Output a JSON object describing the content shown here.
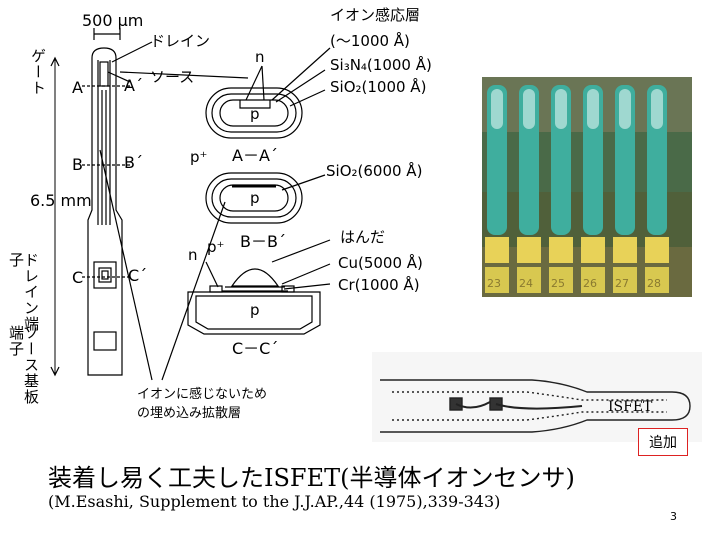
{
  "labels": {
    "scale": "500 μm",
    "drain": "ドレイン",
    "ion_layer": "イオン感応層",
    "ion_layer_thickness": "(～1000 Å)",
    "n1": "n",
    "si3n4": "Si₃N₄(1000 Å)",
    "sio2_1000": "SiO₂(1000 Å)",
    "gate": "ゲート",
    "a": "A",
    "a_prime": "A´",
    "source": "ソース",
    "p1": "p",
    "p_plus": "p⁺",
    "section_aa": "A－A´",
    "sio2_6000": "SiO₂(6000 Å)",
    "b": "B",
    "b_prime": "B´",
    "length": "6.5 mm",
    "p2": "p",
    "section_bb": "B－B´",
    "p_plus2": "p⁺",
    "n2": "n",
    "solder": "はんだ",
    "cu": "Cu(5000 Å)",
    "cr": "Cr(1000 Å)",
    "drain_terminal": "ドレイン端子",
    "c": "C",
    "c_prime": "C´",
    "p3": "p",
    "section_cc": "C－C´",
    "source_sub_terminal": "ソース基板端子",
    "bury_line1": "イオンに感じないため",
    "bury_line2": "の埋め込み拡散層"
  },
  "photo": {
    "numbers": [
      "23",
      "24",
      "25",
      "26",
      "27",
      "28"
    ]
  },
  "sketch": {
    "label": "ISFET"
  },
  "badge": "追加",
  "title": "装着し易く工夫したISFET(半導体イオンセンサ)",
  "citation": "(M.Esashi, Supplement to the J.J.AP.,44 (1975),339-343)",
  "page_number": "3"
}
